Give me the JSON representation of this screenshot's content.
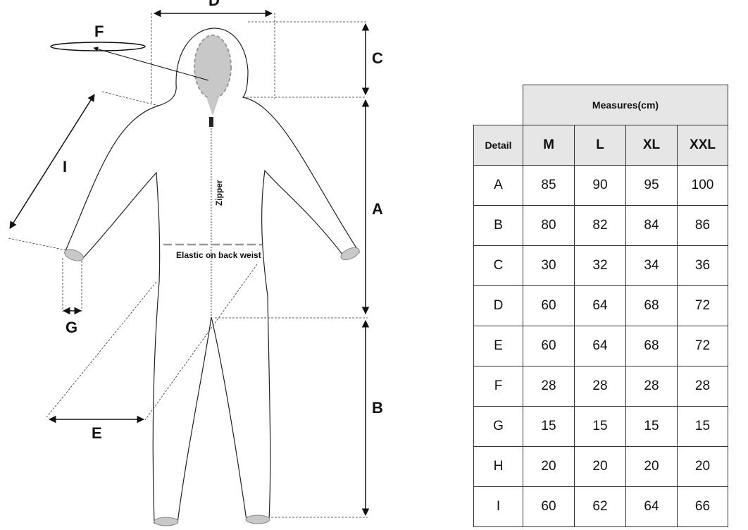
{
  "diagram": {
    "dimension_letters": {
      "A": "A",
      "B": "B",
      "C": "C",
      "D": "D",
      "E": "E",
      "F": "F",
      "G": "G",
      "I": "I"
    },
    "zipper_label": "Zipper",
    "elastic_label": "Elastic on back weist",
    "colors": {
      "outline": "#222222",
      "fill_grey": "#c8c8c8",
      "dash_grey": "#999999"
    }
  },
  "table": {
    "header_span": "Measures(cm)",
    "detail_header": "Detail",
    "sizes": [
      "M",
      "L",
      "XL",
      "XXL"
    ],
    "rows": [
      {
        "label": "A",
        "values": [
          "85",
          "90",
          "95",
          "100"
        ]
      },
      {
        "label": "B",
        "values": [
          "80",
          "82",
          "84",
          "86"
        ]
      },
      {
        "label": "C",
        "values": [
          "30",
          "32",
          "34",
          "36"
        ]
      },
      {
        "label": "D",
        "values": [
          "60",
          "64",
          "68",
          "72"
        ]
      },
      {
        "label": "E",
        "values": [
          "60",
          "64",
          "68",
          "72"
        ]
      },
      {
        "label": "F",
        "values": [
          "28",
          "28",
          "28",
          "28"
        ]
      },
      {
        "label": "G",
        "values": [
          "15",
          "15",
          "15",
          "15"
        ]
      },
      {
        "label": "H",
        "values": [
          "20",
          "20",
          "20",
          "20"
        ]
      },
      {
        "label": "I",
        "values": [
          "60",
          "62",
          "64",
          "66"
        ]
      }
    ]
  }
}
